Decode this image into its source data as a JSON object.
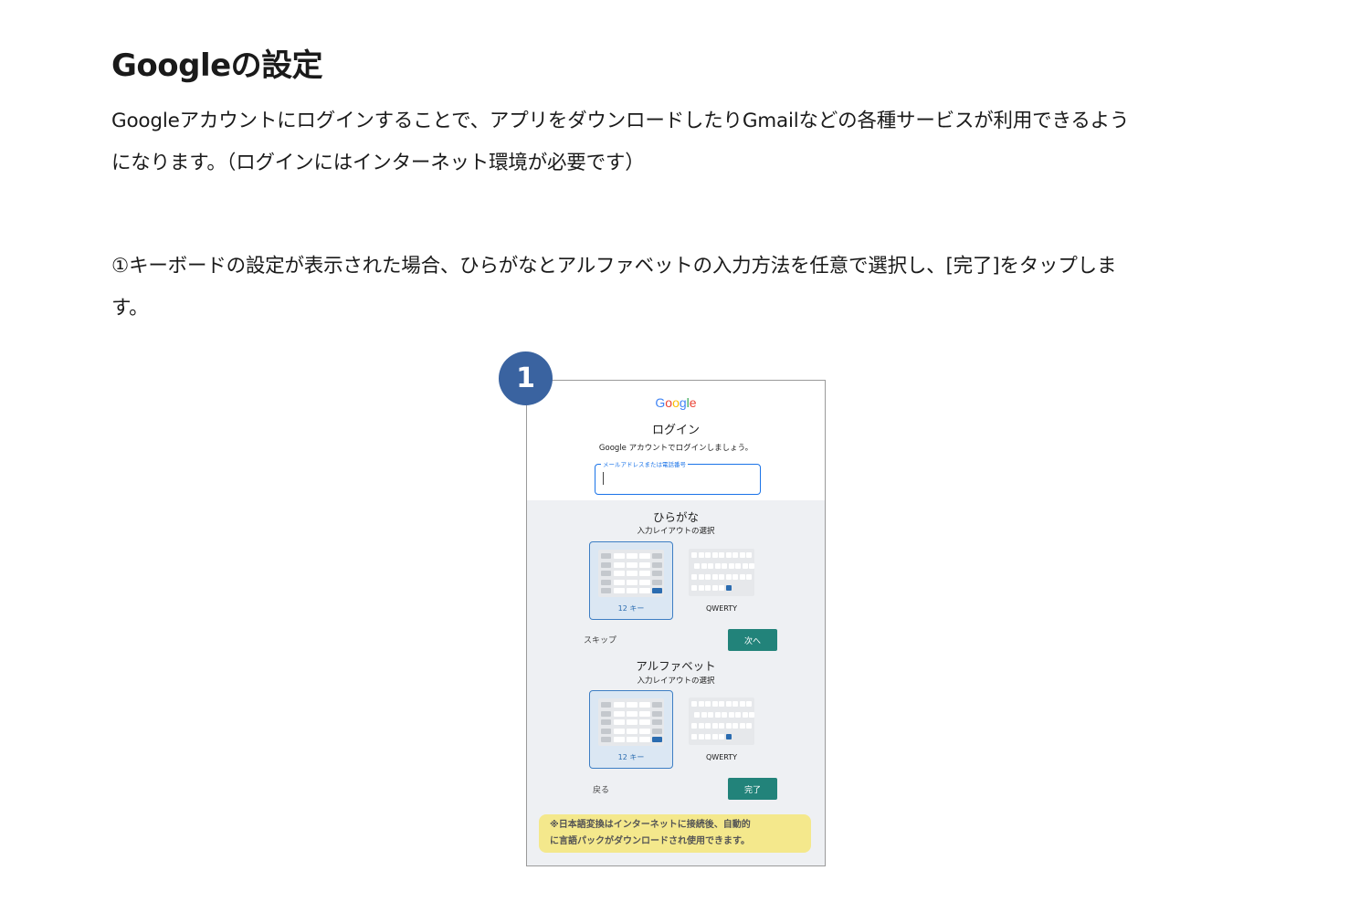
{
  "article": {
    "title": "Googleの設定",
    "intro_line1": "Googleアカウントにログインすることで、アプリをダウンロードしたりGmailなどの各種サービスが利用できるよう",
    "intro_line2": "になります。（ログインにはインターネット環境が必要です）",
    "step1_line1": "①キーボードの設定が表示された場合、ひらがなとアルファベットの入力方法を任意で選択し、[完了]をタップしま",
    "step1_line2": "す。"
  },
  "figure": {
    "step_number": "1",
    "google_logo": "Google",
    "login_heading": "ログイン",
    "login_subtitle": "Google アカウントでログインしましょう。",
    "email_label": "メールアドレスまたは電話番号",
    "hiragana": {
      "title": "ひらがな",
      "subtitle": "入力レイアウトの選択",
      "option_12key": "12 キー",
      "option_qwerty": "QWERTY",
      "skip": "スキップ",
      "next": "次へ"
    },
    "alphabet": {
      "title": "アルファベット",
      "subtitle": "入力レイアウトの選択",
      "option_12key": "12 キー",
      "option_qwerty": "QWERTY",
      "back": "戻る",
      "done": "完了"
    },
    "note_line1": "※日本語変換はインターネットに接続後、自動的",
    "note_line2": "に言語パックがダウンロードされ使用できます。"
  },
  "colors": {
    "badge": "#3a63a0",
    "teal_button": "#22837a",
    "note_bg": "#f4e88c",
    "selected_border": "#3d7ec4"
  }
}
